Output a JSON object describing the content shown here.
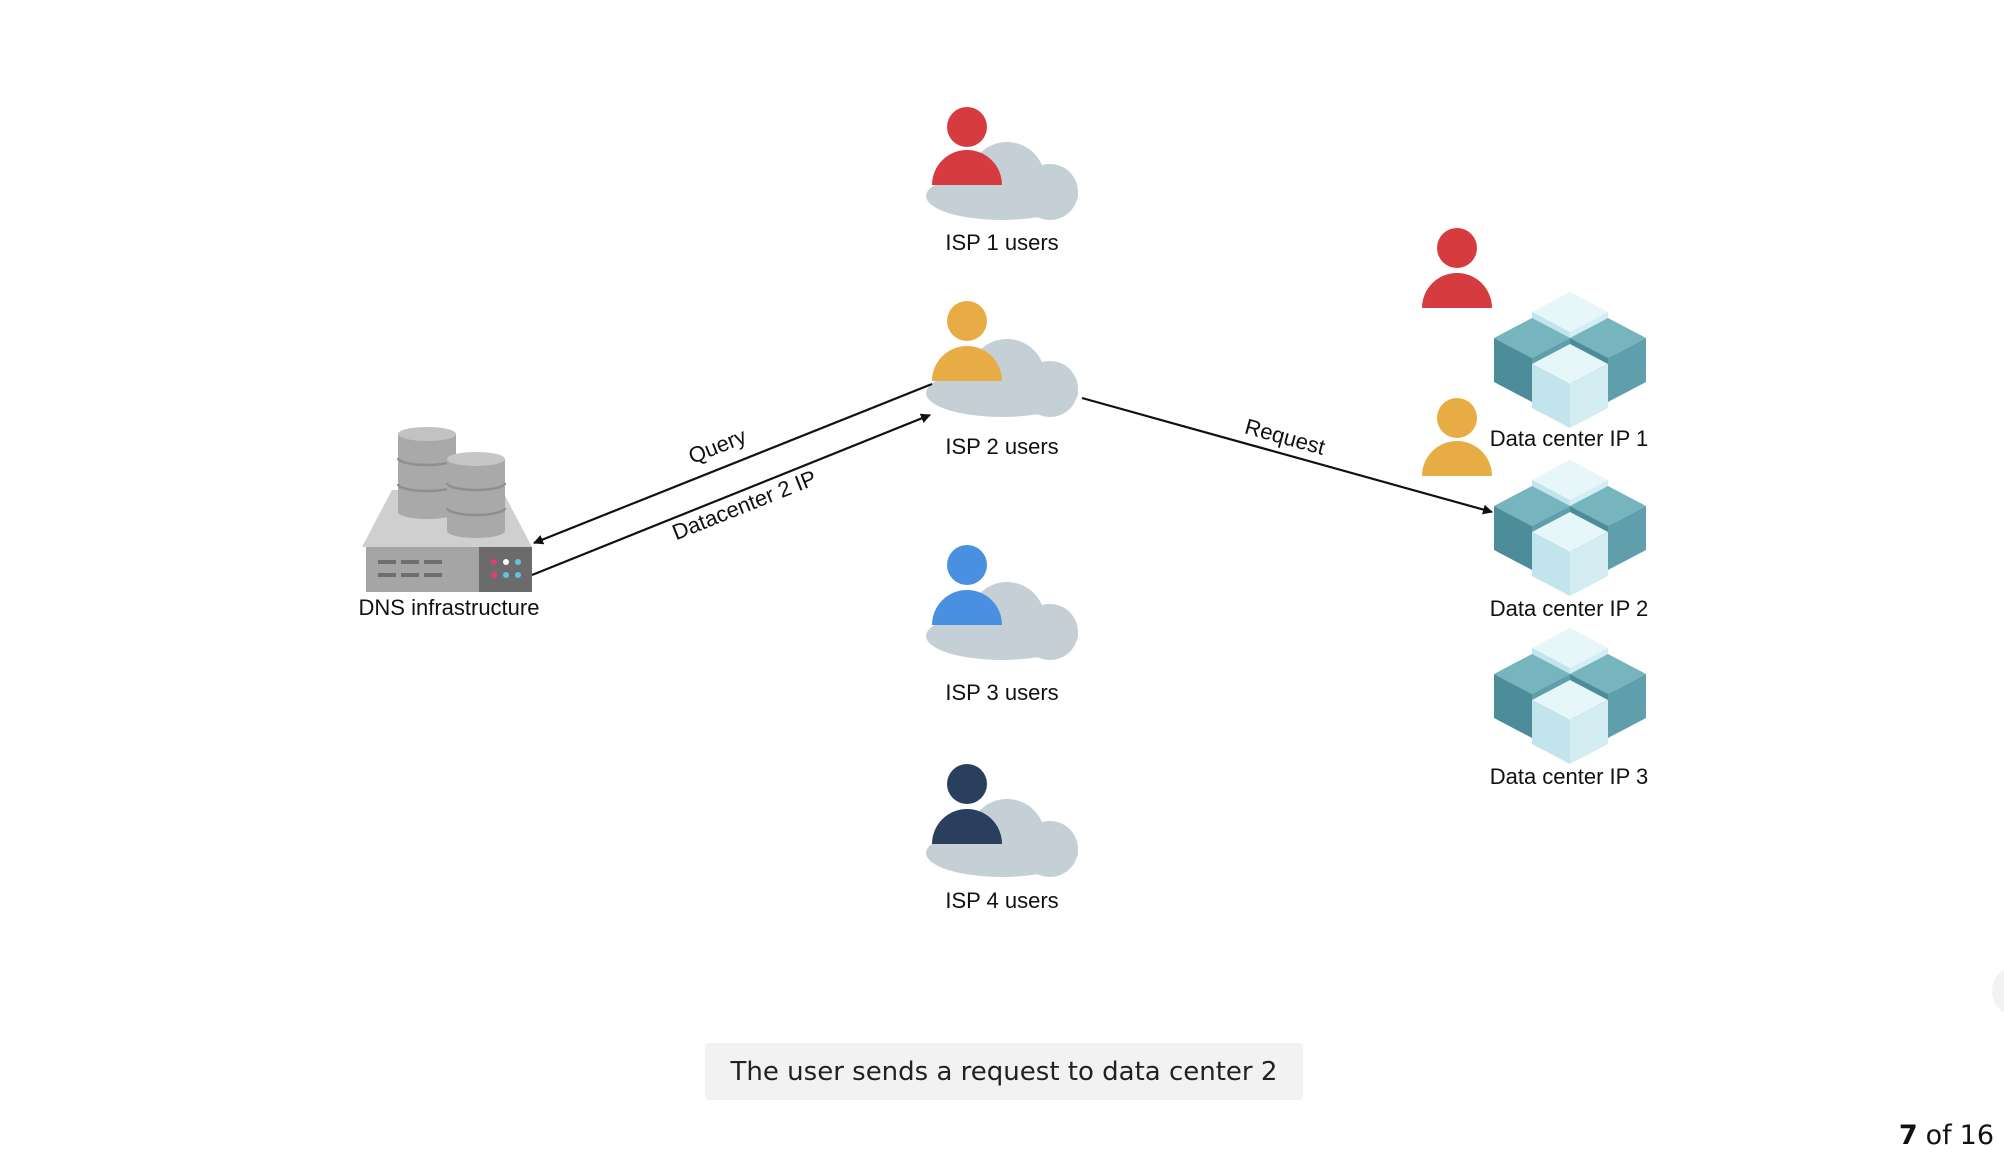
{
  "nodes": {
    "dns": {
      "label": "DNS infrastructure"
    },
    "isp1": {
      "label": "ISP 1 users",
      "user_color": "#d63b3f"
    },
    "isp2": {
      "label": "ISP 2 users",
      "user_color": "#e8ac45"
    },
    "isp3": {
      "label": "ISP 3 users",
      "user_color": "#4a90e0"
    },
    "isp4": {
      "label": "ISP 4 users",
      "user_color": "#2a3f5e"
    },
    "dc1": {
      "label": "Data center IP 1"
    },
    "dc2": {
      "label": "Data center IP 2"
    },
    "dc3": {
      "label": "Data center IP 3"
    }
  },
  "edges": {
    "query": {
      "label": "Query"
    },
    "response": {
      "label": "Datacenter 2 IP"
    },
    "request": {
      "label": "Request"
    }
  },
  "caption": "The user sends a request to data center 2",
  "pager": {
    "current": "7",
    "of": "of",
    "total": "16"
  },
  "colors": {
    "cloud": "#c4cfd6",
    "cube_dark": "#5a98a4",
    "cube_light": "#c6e6ee",
    "server": "#a9a9a9"
  },
  "icons": [
    "user-icon",
    "cloud-icon",
    "database-server-icon",
    "datacenter-cubes-icon"
  ]
}
